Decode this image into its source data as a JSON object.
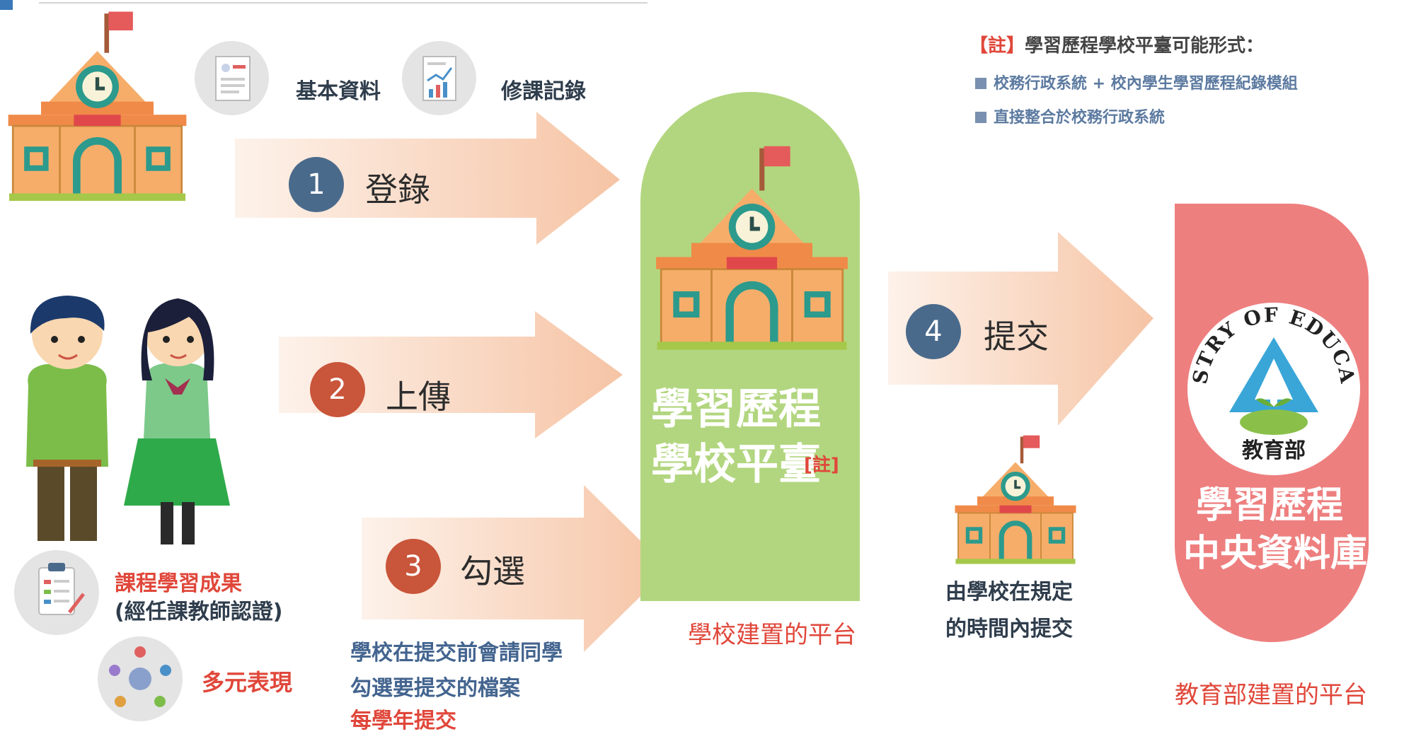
{
  "labels": {
    "basic_data": "基本資料",
    "course_record": "修課記錄",
    "learning_outcome_line1": "課程學習成果",
    "learning_outcome_line2": "(經任課教師認證)",
    "diverse_performance": "多元表現",
    "select_note_line1": "學校在提交前會請同學",
    "select_note_line2": "勾選要提交的檔案",
    "select_note_line3": "每學年提交",
    "submit_note_line1": "由學校在規定",
    "submit_note_line2": "的時間內提交",
    "school_platform_caption": "學校建置的平台",
    "moe_platform_caption": "教育部建置的平台"
  },
  "steps": [
    {
      "number": "1",
      "label": "登錄"
    },
    {
      "number": "2",
      "label": "上傳"
    },
    {
      "number": "3",
      "label": "勾選"
    },
    {
      "number": "4",
      "label": "提交"
    }
  ],
  "school_platform": {
    "line1": "學習歷程",
    "line2": "學校平臺",
    "note_mark": "[註]"
  },
  "central_db": {
    "line1": "學習歷程",
    "line2": "中央資料庫",
    "seal_text": "MINISTRY OF EDUCATION",
    "seal_cn": "教育部"
  },
  "note": {
    "bracket": "【註】",
    "title": "學習歷程學校平臺可能形式：",
    "items": [
      "校務行政系統 + 校內學生學習歷程紀錄模組",
      "直接整合於校務行政系統"
    ]
  },
  "colors": {
    "arrow": "#f6c9ad",
    "school_green": "#b2d67f",
    "moe_pink": "#ee7f7f",
    "accent_red": "#e0473a",
    "step_blue": "#4a6a8c",
    "step_red": "#c9553a"
  }
}
